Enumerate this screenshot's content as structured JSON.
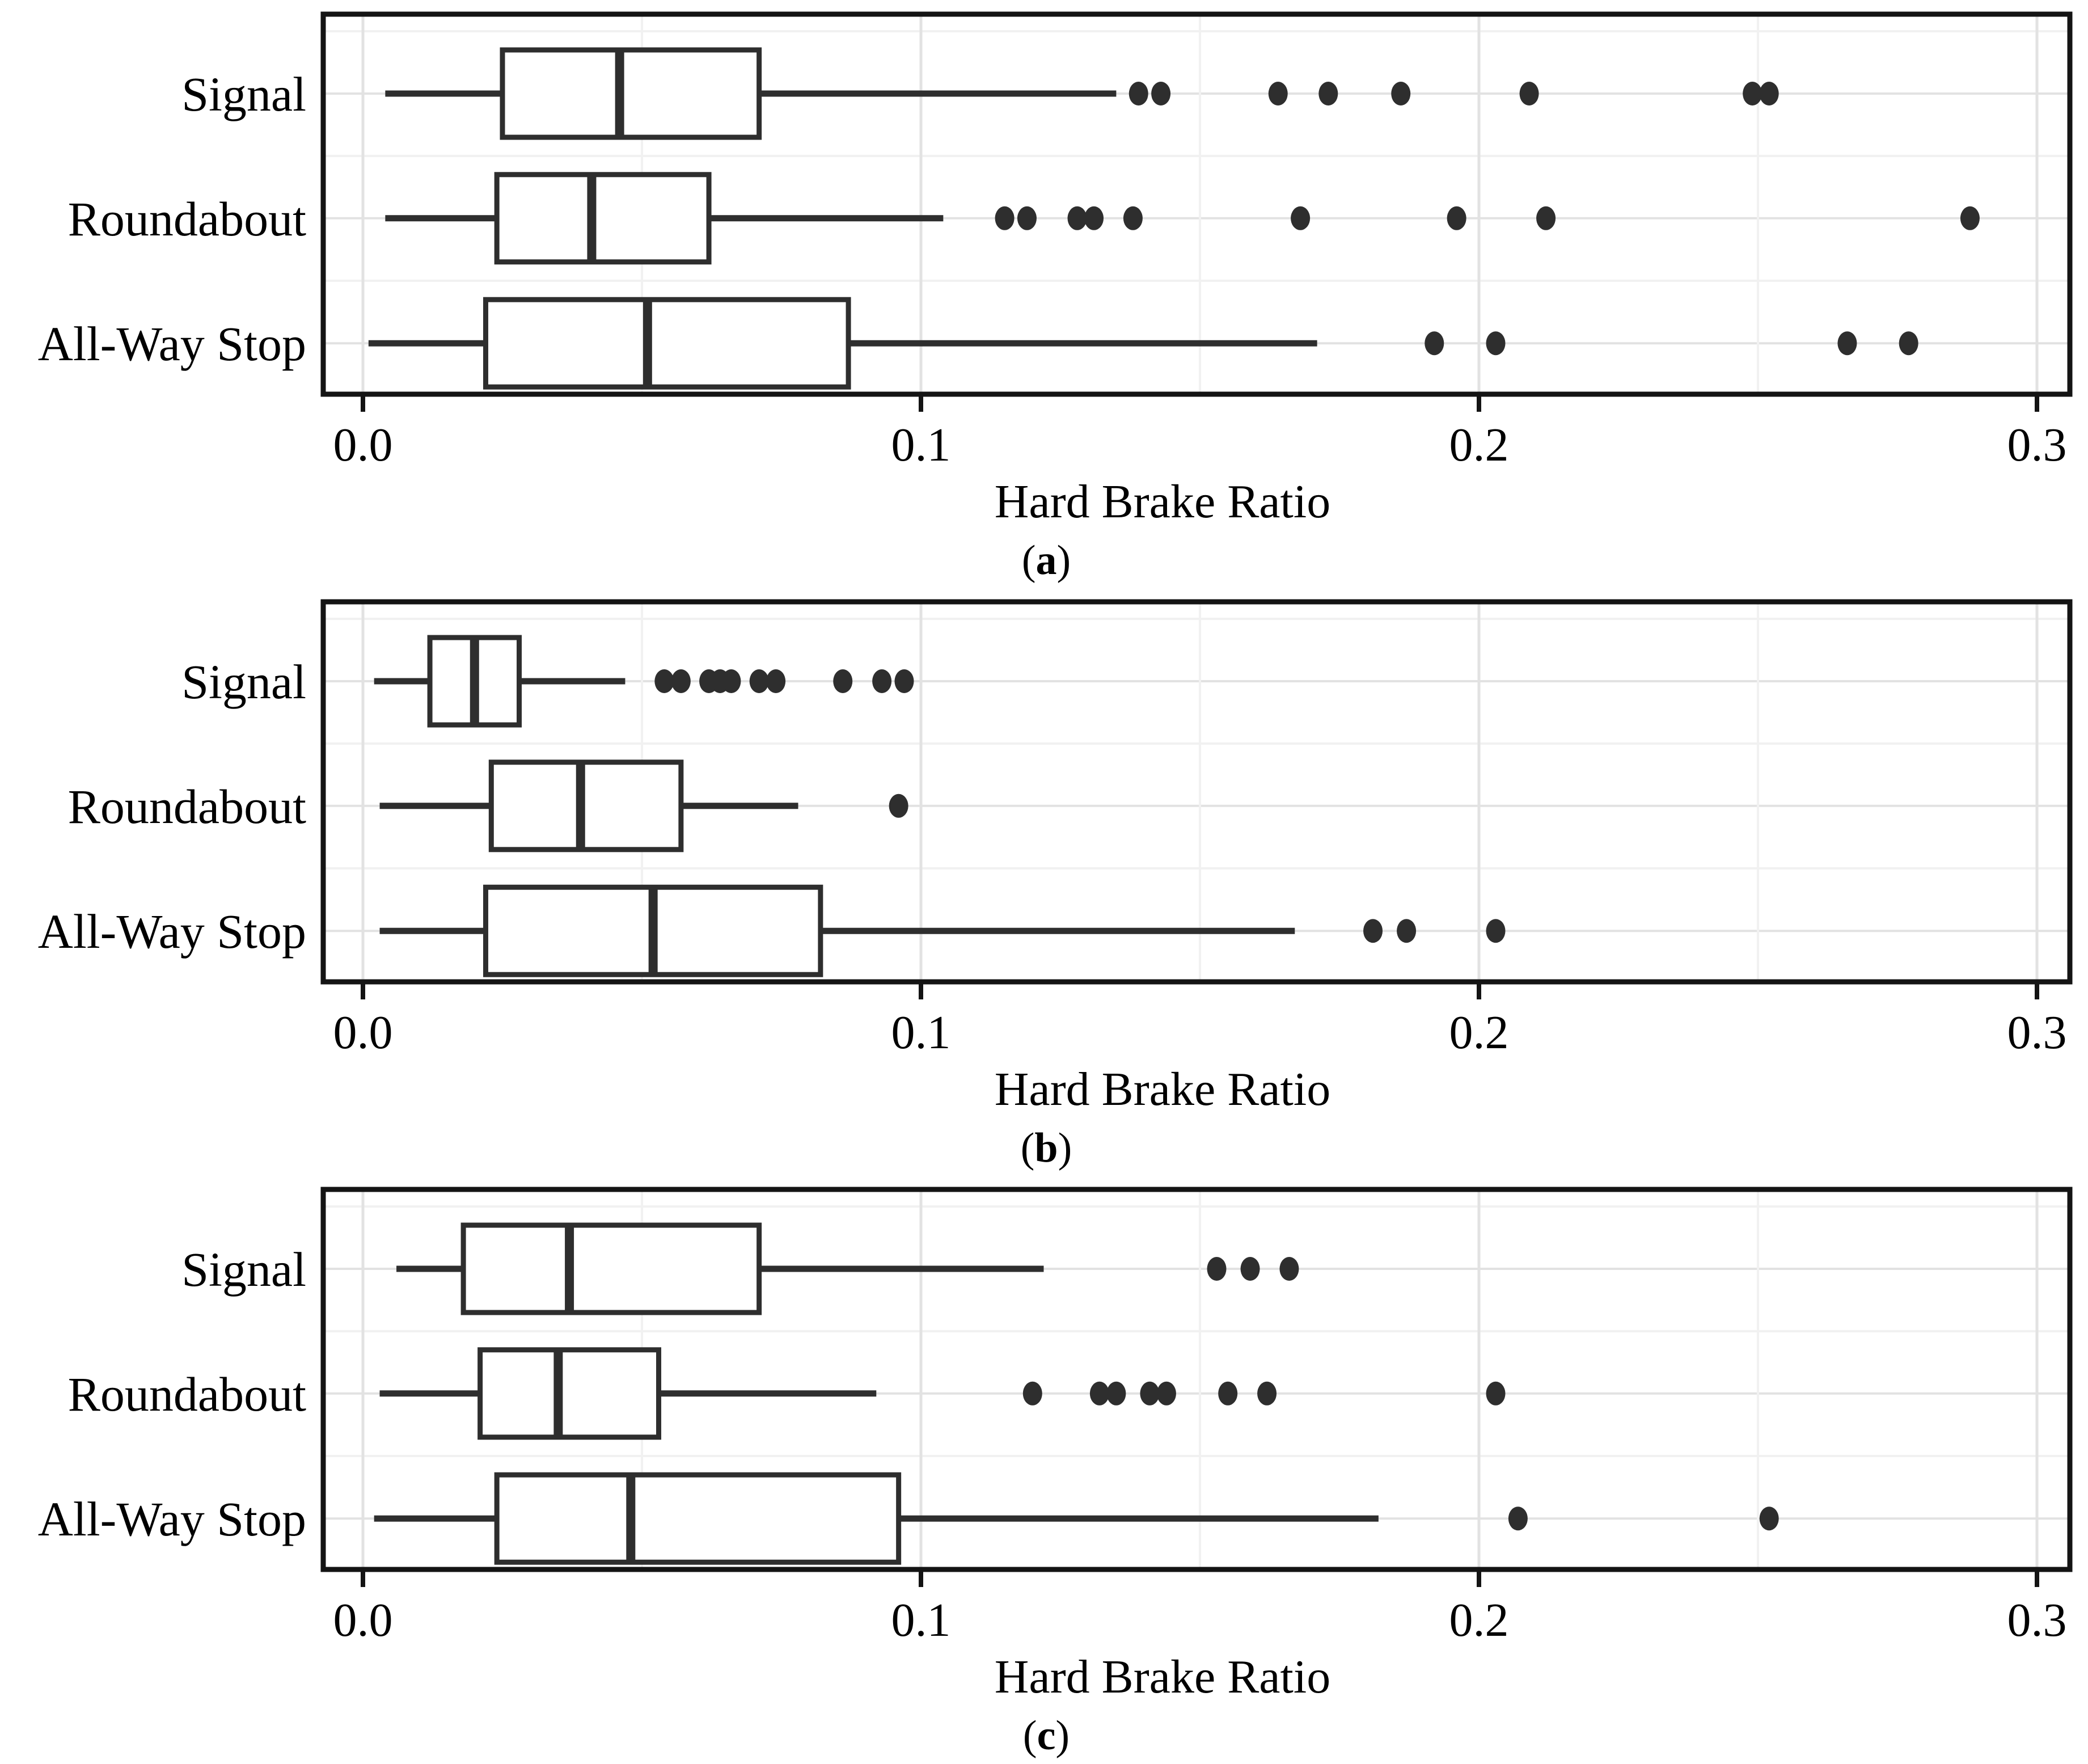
{
  "figure": {
    "kind": "three stacked horizontal boxplot panels",
    "background": "#ffffff"
  },
  "style_colors": {
    "box_stroke": "#2e2e2e",
    "median_stroke": "#2e2e2e",
    "whisker_stroke": "#2e2e2e",
    "outlier_fill": "#2e2e2e",
    "grid_major": "#e2e2e2",
    "grid_minor": "#f1f1f1",
    "panel_border": "#141414",
    "tick_mark": "#141414",
    "text": "#000000",
    "background": "#ffffff"
  },
  "chart_data": [
    {
      "type": "boxplot",
      "orientation": "horizontal",
      "tag_prefix": "(",
      "tag_letter": "a",
      "tag_suffix": ")",
      "xlabel": "Hard Brake Ratio",
      "categories": [
        "Signal",
        "Roundabout",
        "All-Way Stop"
      ],
      "xlim": [
        0.0,
        0.306
      ],
      "xticks": [
        0.0,
        0.1,
        0.2,
        0.3
      ],
      "xtick_labels": [
        "0.0",
        "0.1",
        "0.2",
        "0.3"
      ],
      "xticks_minor": [
        0.05,
        0.15,
        0.25
      ],
      "grid": "major and minor vertical, faint horizontal at category rows",
      "legend": "none",
      "series": [
        {
          "category": "Signal",
          "whisker_low": 0.004,
          "q1": 0.025,
          "median": 0.046,
          "q3": 0.071,
          "whisker_high": 0.135,
          "outliers": [
            0.139,
            0.143,
            0.164,
            0.173,
            0.186,
            0.209,
            0.249,
            0.252
          ]
        },
        {
          "category": "Roundabout",
          "whisker_low": 0.004,
          "q1": 0.024,
          "median": 0.041,
          "q3": 0.062,
          "whisker_high": 0.104,
          "outliers": [
            0.115,
            0.119,
            0.128,
            0.131,
            0.138,
            0.168,
            0.196,
            0.212,
            0.288
          ]
        },
        {
          "category": "All-Way Stop",
          "whisker_low": 0.001,
          "q1": 0.022,
          "median": 0.051,
          "q3": 0.087,
          "whisker_high": 0.171,
          "outliers": [
            0.192,
            0.203,
            0.266,
            0.277
          ]
        }
      ]
    },
    {
      "type": "boxplot",
      "orientation": "horizontal",
      "tag_prefix": "(",
      "tag_letter": "b",
      "tag_suffix": ")",
      "xlabel": "Hard Brake Ratio",
      "categories": [
        "Signal",
        "Roundabout",
        "All-Way Stop"
      ],
      "xlim": [
        0.0,
        0.306
      ],
      "xticks": [
        0.0,
        0.1,
        0.2,
        0.3
      ],
      "xtick_labels": [
        "0.0",
        "0.1",
        "0.2",
        "0.3"
      ],
      "xticks_minor": [
        0.05,
        0.15,
        0.25
      ],
      "grid": "major and minor vertical, faint horizontal at category rows",
      "legend": "none",
      "series": [
        {
          "category": "Signal",
          "whisker_low": 0.002,
          "q1": 0.012,
          "median": 0.02,
          "q3": 0.028,
          "whisker_high": 0.047,
          "outliers": [
            0.054,
            0.057,
            0.062,
            0.064,
            0.066,
            0.071,
            0.074,
            0.086,
            0.093,
            0.097
          ]
        },
        {
          "category": "Roundabout",
          "whisker_low": 0.003,
          "q1": 0.023,
          "median": 0.039,
          "q3": 0.057,
          "whisker_high": 0.078,
          "outliers": [
            0.096
          ]
        },
        {
          "category": "All-Way Stop",
          "whisker_low": 0.003,
          "q1": 0.022,
          "median": 0.052,
          "q3": 0.082,
          "whisker_high": 0.167,
          "outliers": [
            0.181,
            0.187,
            0.203
          ]
        }
      ]
    },
    {
      "type": "boxplot",
      "orientation": "horizontal",
      "tag_prefix": "(",
      "tag_letter": "c",
      "tag_suffix": ")",
      "xlabel": "Hard Brake Ratio",
      "categories": [
        "Signal",
        "Roundabout",
        "All-Way Stop"
      ],
      "xlim": [
        0.0,
        0.306
      ],
      "xticks": [
        0.0,
        0.1,
        0.2,
        0.3
      ],
      "xtick_labels": [
        "0.0",
        "0.1",
        "0.2",
        "0.3"
      ],
      "xticks_minor": [
        0.05,
        0.15,
        0.25
      ],
      "grid": "major and minor vertical, faint horizontal at category rows",
      "legend": "none",
      "series": [
        {
          "category": "Signal",
          "whisker_low": 0.006,
          "q1": 0.018,
          "median": 0.037,
          "q3": 0.071,
          "whisker_high": 0.122,
          "outliers": [
            0.153,
            0.159,
            0.166
          ]
        },
        {
          "category": "Roundabout",
          "whisker_low": 0.003,
          "q1": 0.021,
          "median": 0.035,
          "q3": 0.053,
          "whisker_high": 0.092,
          "outliers": [
            0.12,
            0.132,
            0.135,
            0.141,
            0.144,
            0.155,
            0.162,
            0.203
          ]
        },
        {
          "category": "All-Way Stop",
          "whisker_low": 0.002,
          "q1": 0.024,
          "median": 0.048,
          "q3": 0.096,
          "whisker_high": 0.182,
          "outliers": [
            0.207,
            0.252
          ]
        }
      ]
    }
  ]
}
